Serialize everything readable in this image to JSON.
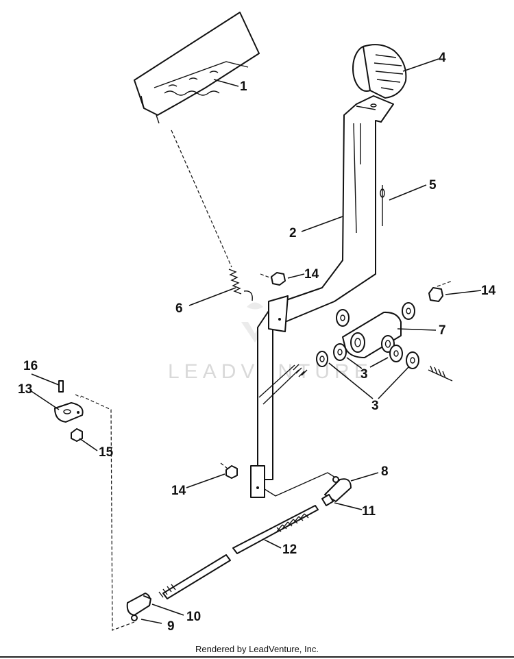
{
  "diagram": {
    "callouts": {
      "c1": "1",
      "c2": "2",
      "c3a": "3",
      "c3b": "3",
      "c4": "4",
      "c5": "5",
      "c6": "6",
      "c7": "7",
      "c8": "8",
      "c9": "9",
      "c10": "10",
      "c11": "11",
      "c12": "12",
      "c13": "13",
      "c14a": "14",
      "c14b": "14",
      "c14c": "14",
      "c15": "15",
      "c16": "16"
    },
    "watermark": "LEADVENTURE"
  },
  "footer": {
    "text": "Rendered by LeadVenture, Inc."
  },
  "colors": {
    "ink": "#111111",
    "paper": "#ffffff",
    "watermark": "#d9d9d9"
  }
}
